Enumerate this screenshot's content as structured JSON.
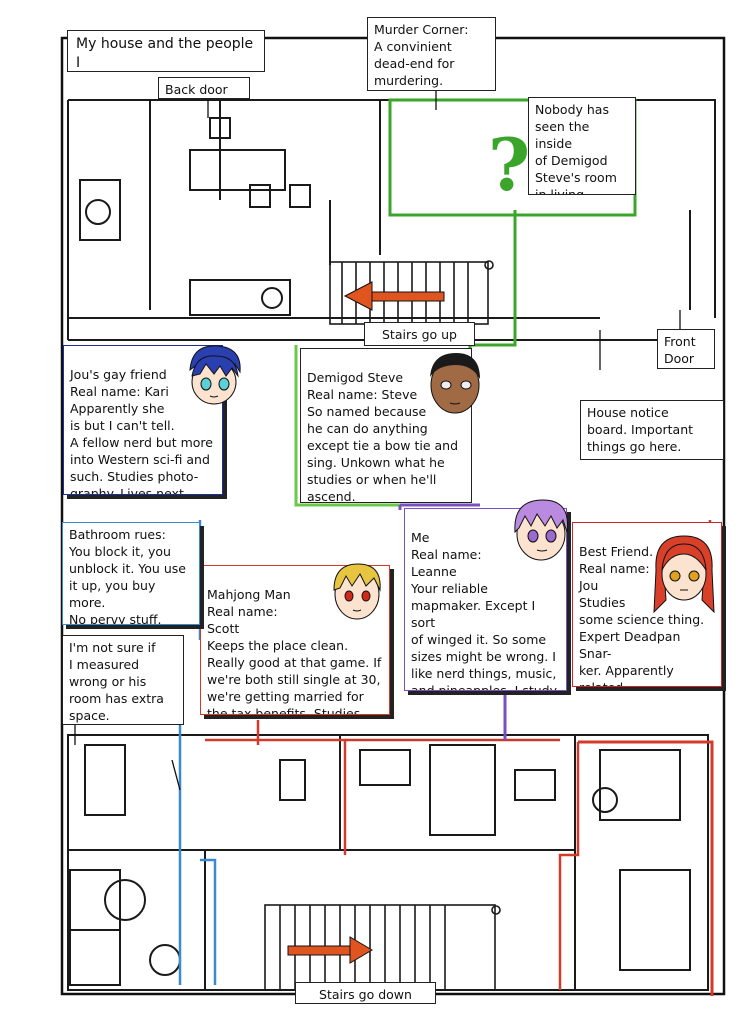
{
  "page": {
    "title": "My house and the people I\nshare it with by Leanne"
  },
  "labels": {
    "back_door": "Back door",
    "murder_corner": "Murder Corner:\nA convinient\ndead-end for\nmurdering.",
    "steve_room": "Nobody has\nseen the inside\nof Demigod\nSteve's room\nin living history.",
    "stairs_up": "Stairs go up",
    "front_door": "Front\nDoor",
    "notice_board": "House notice\nboard. Important\nthings go here.",
    "bathroom_rules": "Bathroom rues:\nYou block it, you\nunblock it. You use\nit up, you buy more.\nNo pervy stuff.",
    "extra_space": "I'm not sure if\nI measured\nwrong or his\nroom has extra\nspace.",
    "stairs_down": "Stairs go down"
  },
  "people": [
    {
      "id": "kari",
      "text": "Jou's gay friend\nReal name: Kari\nApparently she\nis but I can't tell.\nA fellow nerd but more\ninto Western sci-fi and\nsuch. Studies photo-\ngraphy. Lives next door.",
      "color": "#1a2f9a",
      "hair": "#2a3fb0"
    },
    {
      "id": "steve",
      "text": "Demigod Steve\nReal name: Steve\nSo named because\nhe can do anything\nexcept tie a bow tie and\nsing. Unkown what he\nstudies or when he'll\nascend.",
      "color": "#5cc33a",
      "hair": "#1a1a1a"
    },
    {
      "id": "leanne",
      "text": "Me\nReal name:\nLeanne\nYour reliable\nmapmaker. Except I sort\nof winged it. So some\nsizes might be wrong. I\nlike nerd things, music,\nand pineapples. I study\nliterature.",
      "color": "#7a4fc0",
      "hair": "#b98ae0"
    },
    {
      "id": "scott",
      "text": "Mahjong Man\nReal name:\nScott\nKeeps the place clean.\nReally good at that game. If\nwe're both still single at 30,\nwe're getting married for\nthe tax benefits. Studies law.",
      "color": "#d43a2a",
      "hair": "#e8c540"
    },
    {
      "id": "jou",
      "text": "Best Friend.\nReal name:\nJou\nStudies\nsome science thing.\nExpert Deadpan Snar-\nker. Apparently related\nto some legendary cop.",
      "color": "#c8282a",
      "hair": "#d8402a"
    }
  ],
  "colors": {
    "line": "#1a1a1a",
    "question_mark": "#3aa52a",
    "arrow": "#e0551f",
    "bathroom_blue": "#3a8ad0"
  },
  "icons": [
    "question-mark-icon",
    "left-arrow-icon",
    "right-arrow-icon"
  ]
}
